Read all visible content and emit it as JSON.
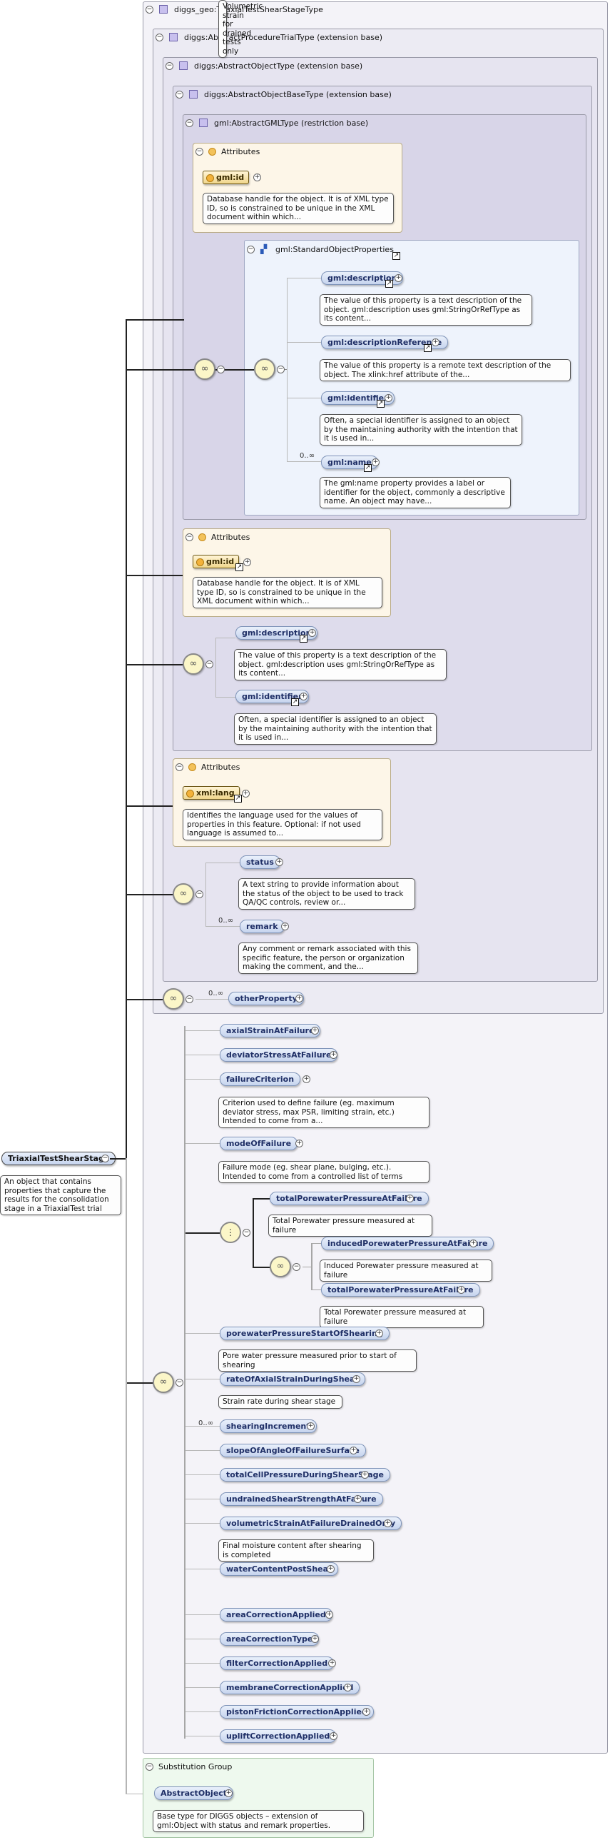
{
  "diagram": {
    "types": {
      "triaxial": "diggs_geo:TriaxialTestShearStageType",
      "procedure_trial": "diggs:AbstractProcedureTrialType (extension base)",
      "object": "diggs:AbstractObjectType (extension base)",
      "object_base": "diggs:AbstractObjectBaseType (extension base)",
      "gml_type": "gml:AbstractGMLType (restriction base)",
      "std_props": "gml:StandardObjectProperties"
    },
    "attributes_label": "Attributes",
    "cardinality_many": "0..∞",
    "gml_attrs": {
      "id_label": "gml:id",
      "id_doc": "Database handle for the object. It is of XML type ID, so is constrained to be unique in the XML document within which..."
    },
    "std_props": {
      "description": "gml:description",
      "description_doc": "The value of this property is a text description of the object. gml:description uses gml:StringOrRefType as its content...",
      "description_reference": "gml:descriptionReference",
      "description_reference_doc": "The value of this property is a remote text description of the object. The xlink:href attribute of the...",
      "identifier": "gml:identifier",
      "identifier_doc": "Often, a special identifier is assigned to an object by the maintaining authority with the intention that it is used in...",
      "name": "gml:name",
      "name_doc": "The gml:name property provides a label or identifier for the object, commonly a descriptive name. An object may have..."
    },
    "object_base": {
      "id_label": "gml:id",
      "id_doc": "Database handle for the object. It is of XML type ID, so is constrained to be unique in the XML document within which...",
      "description": "gml:description",
      "description_doc": "The value of this property is a text description of the object. gml:description uses gml:StringOrRefType as its content...",
      "identifier": "gml:identifier",
      "identifier_doc": "Often, a special identifier is assigned to an object by the maintaining authority with the intention that it is used in..."
    },
    "object": {
      "lang_label": "xml:lang",
      "lang_doc": "Identifies the language used for the values of properties in this feature. Optional: if not used language is assumed to...",
      "status": "status",
      "status_doc": "A text string to provide information about the status of the object to be used to track QA/QC controls, review or...",
      "remark": "remark",
      "remark_doc": "Any comment or remark associated with this specific feature, the person or organization making the comment, and the..."
    },
    "procedure_trial": {
      "other_property": "otherProperty"
    },
    "root": {
      "label": "TriaxialTestShearStage",
      "doc": "An object that contains properties that capture the results for the consolidation stage in a TriaxialTest trial"
    },
    "elements": [
      {
        "label": "axialStrainAtFailure"
      },
      {
        "label": "deviatorStressAtFailure"
      },
      {
        "label": "failureCriterion",
        "doc": "Criterion used to define failure (eg. maximum deviator stress, max PSR, limiting strain, etc.) Intended to come from a..."
      },
      {
        "label": "modeOfFailure",
        "doc": "Failure mode (eg. shear plane, bulging, etc.). Intended to come from a controlled list of terms"
      },
      {
        "label": "porewaterPressureStartOfShearing",
        "doc": "Pore water pressure measured prior to start of shearing"
      },
      {
        "label": "rateOfAxialStrainDuringShear",
        "doc": "Strain rate during shear stage"
      },
      {
        "label": "shearingIncrement"
      },
      {
        "label": "slopeOfAngleOfFailureSurface"
      },
      {
        "label": "totalCellPressureDuringShearStage"
      },
      {
        "label": "undrainedShearStrengthAtFailure"
      },
      {
        "label": "volumetricStrainAtFailureDrainedOnly",
        "doc": "Volumetric strain for drained tests only"
      },
      {
        "label": "waterContentPostShear",
        "doc": "Final moisture content after shearing is completed"
      },
      {
        "label": "areaCorrectionApplied"
      },
      {
        "label": "areaCorrectionType"
      },
      {
        "label": "filterCorrectionApplied"
      },
      {
        "label": "membraneCorrectionApplied"
      },
      {
        "label": "pistonFrictionCorrectionApplied"
      },
      {
        "label": "upliftCorrectionApplied"
      }
    ],
    "choice": {
      "total": "totalPorewaterPressureAtFailure",
      "total_doc": "Total Porewater pressure measured at failure",
      "induced": "inducedPorewaterPressureAtFailure",
      "induced_doc": "Induced Porewater pressure measured at failure",
      "total2": "totalPorewaterPressureAtFailure",
      "total2_doc": "Total Porewater pressure measured at failure"
    },
    "substitution": {
      "title": "Substitution Group",
      "label": "AbstractObject",
      "doc": "Base type for DIGGS objects – extension of gml:Object with status and remark properties."
    }
  }
}
